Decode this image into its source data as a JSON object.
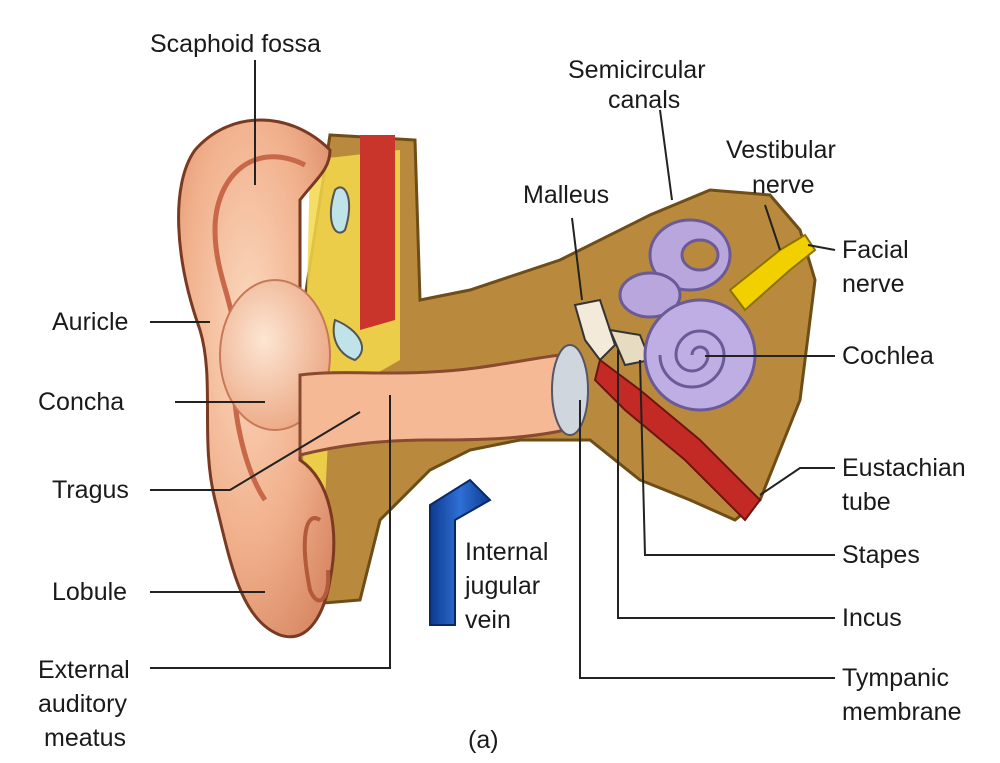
{
  "figure": {
    "caption": "(a)",
    "labels": {
      "scaphoid_fossa": "Scaphoid fossa",
      "semicircular_canals": [
        "Semicircular",
        "canals"
      ],
      "vestibular_nerve": [
        "Vestibular",
        "nerve"
      ],
      "malleus": "Malleus",
      "facial_nerve": [
        "Facial",
        "nerve"
      ],
      "auricle": "Auricle",
      "cochlea": "Cochlea",
      "concha": "Concha",
      "eustachian_tube": [
        "Eustachian",
        "tube"
      ],
      "tragus": "Tragus",
      "internal_jugular_vein": [
        "Internal",
        "jugular",
        "vein"
      ],
      "stapes": "Stapes",
      "lobule": "Lobule",
      "incus": "Incus",
      "external_auditory_meatus": [
        "External",
        "auditory",
        "meatus"
      ],
      "tympanic_membrane": [
        "Tympanic",
        "membrane"
      ]
    }
  }
}
